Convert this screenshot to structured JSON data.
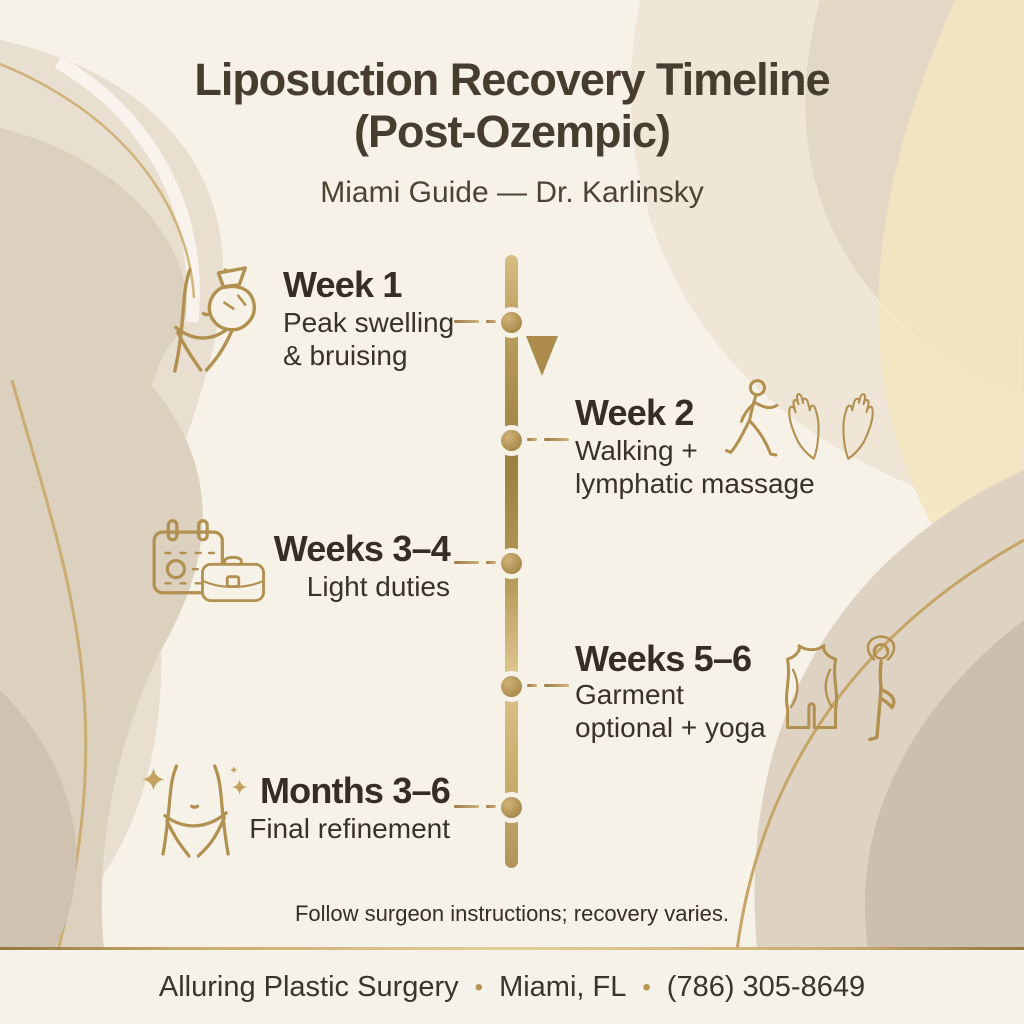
{
  "header": {
    "title_line1": "Liposuction Recovery Timeline",
    "title_line2": "(Post-Ozempic)",
    "subtitle": "Miami Guide — Dr. Karlinsky"
  },
  "timeline": {
    "direction_icon": "down-arrow-icon",
    "milestones": [
      {
        "title": "Week 1",
        "line1": "Peak swelling",
        "line2": "& bruising",
        "side": "left",
        "icons": [
          "body-ice-pack-icon"
        ]
      },
      {
        "title": "Week 2",
        "line1": "Walking +",
        "line2": "lymphatic massage",
        "side": "right",
        "icons": [
          "walking-person-icon",
          "massage-hands-icon"
        ]
      },
      {
        "title": "Weeks 3–4",
        "line1": "Light duties",
        "line2": "",
        "side": "left",
        "icons": [
          "calendar-icon",
          "briefcase-icon"
        ]
      },
      {
        "title": "Weeks 5–6",
        "line1": "Garment",
        "line2": "optional + yoga",
        "side": "right",
        "icons": [
          "compression-garment-icon",
          "yoga-pose-icon"
        ]
      },
      {
        "title": "Months 3–6",
        "line1": "Final refinement",
        "line2": "",
        "side": "left",
        "icons": [
          "sparkle-body-icon"
        ]
      }
    ]
  },
  "disclaimer": "Follow surgeon instructions; recovery varies.",
  "footer": {
    "clinic_name": "Alluring Plastic Surgery",
    "bullet": "•",
    "location": "Miami, FL",
    "phone": "(786) 305-8649"
  },
  "colors": {
    "background": "#f7f2e8",
    "gold_line": "#b2904f",
    "timeline_gold": "#a9894c",
    "text_dark": "#342e26",
    "title": "#463d30",
    "footer_band": "#f5f2ec"
  }
}
